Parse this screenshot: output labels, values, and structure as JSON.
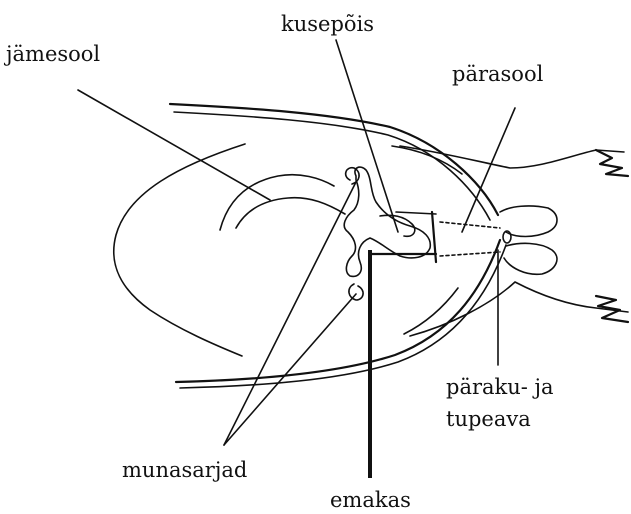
{
  "labels": {
    "jamesool": "jämesool",
    "kusepois": "kusepõis",
    "parasool": "pärasool",
    "paraku_line1": "päraku- ja",
    "paraku_line2": "tupeava",
    "munasarjad": "munasarjad",
    "emakas": "emakas"
  }
}
